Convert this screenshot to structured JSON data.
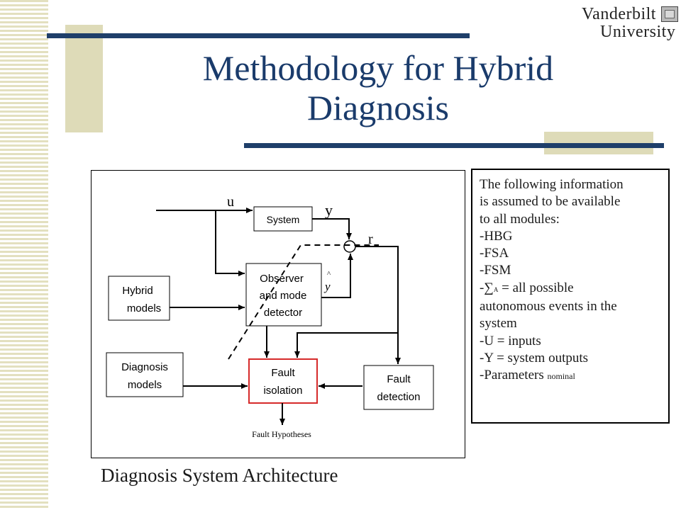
{
  "title": "Methodology for Hybrid Diagnosis",
  "logo": {
    "line1": "Vanderbilt",
    "line2": "University"
  },
  "diagram": {
    "signal_u": "u",
    "signal_y": "y",
    "signal_r": "r",
    "signal_y_hat": "y",
    "hat_mark": "^",
    "system": "System",
    "observer_lines": [
      "Observer",
      "and mode",
      "detector"
    ],
    "hybrid_lines": [
      "Hybrid",
      "models"
    ],
    "diag_models_lines": [
      "Diagnosis",
      "models"
    ],
    "fault_isolation_lines": [
      "Fault",
      "isolation"
    ],
    "fault_detection_lines": [
      "Fault",
      "detection"
    ],
    "fault_hypotheses": "Fault Hypotheses"
  },
  "info": {
    "intro": [
      "The following information",
      "is assumed to be available",
      "to all modules:"
    ],
    "items": [
      "-HBG",
      "-FSA",
      "-FSM"
    ],
    "sigma_prefix": "-",
    "sigma_symbol": "∑",
    "sigma_sub": "A",
    "sigma_rest": " = all possible",
    "sigma_cont": [
      "autonomous events in the",
      "system"
    ],
    "u_line": "-U = inputs",
    "y_line": "-Y = system outputs",
    "params_main": "-Parameters",
    "params_sub": "nominal"
  },
  "caption": "Diagnosis  System Architecture",
  "colors": {
    "title": "#1a3b6b",
    "accent_bar": "#1f3f6a",
    "deco": "#dedbb8",
    "isolation_border": "#d62a2a"
  }
}
